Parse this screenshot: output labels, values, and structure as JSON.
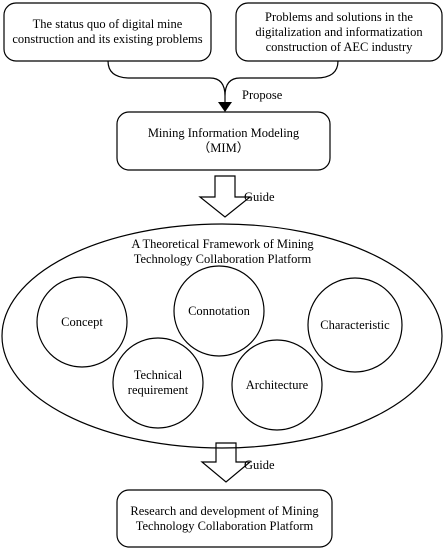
{
  "diagram": {
    "top_left_box": "The status quo of digital mine construction and its existing problems",
    "top_right_box": "Problems and solutions in the digitalization and informatization construction of AEC industry",
    "propose_label": "Propose",
    "mim_box": {
      "line1": "Mining Information Modeling",
      "line2": "（MIM）"
    },
    "guide_label_1": "Guide",
    "framework": {
      "title": "A Theoretical Framework of Mining Technology Collaboration Platform",
      "circles": {
        "concept": "Concept",
        "connotation": "Connotation",
        "characteristic": "Characteristic",
        "technical_requirement": "Technical requirement",
        "architecture": "Architecture"
      }
    },
    "guide_label_2": "Guide",
    "bottom_box": "Research and development of Mining Technology Collaboration Platform"
  }
}
